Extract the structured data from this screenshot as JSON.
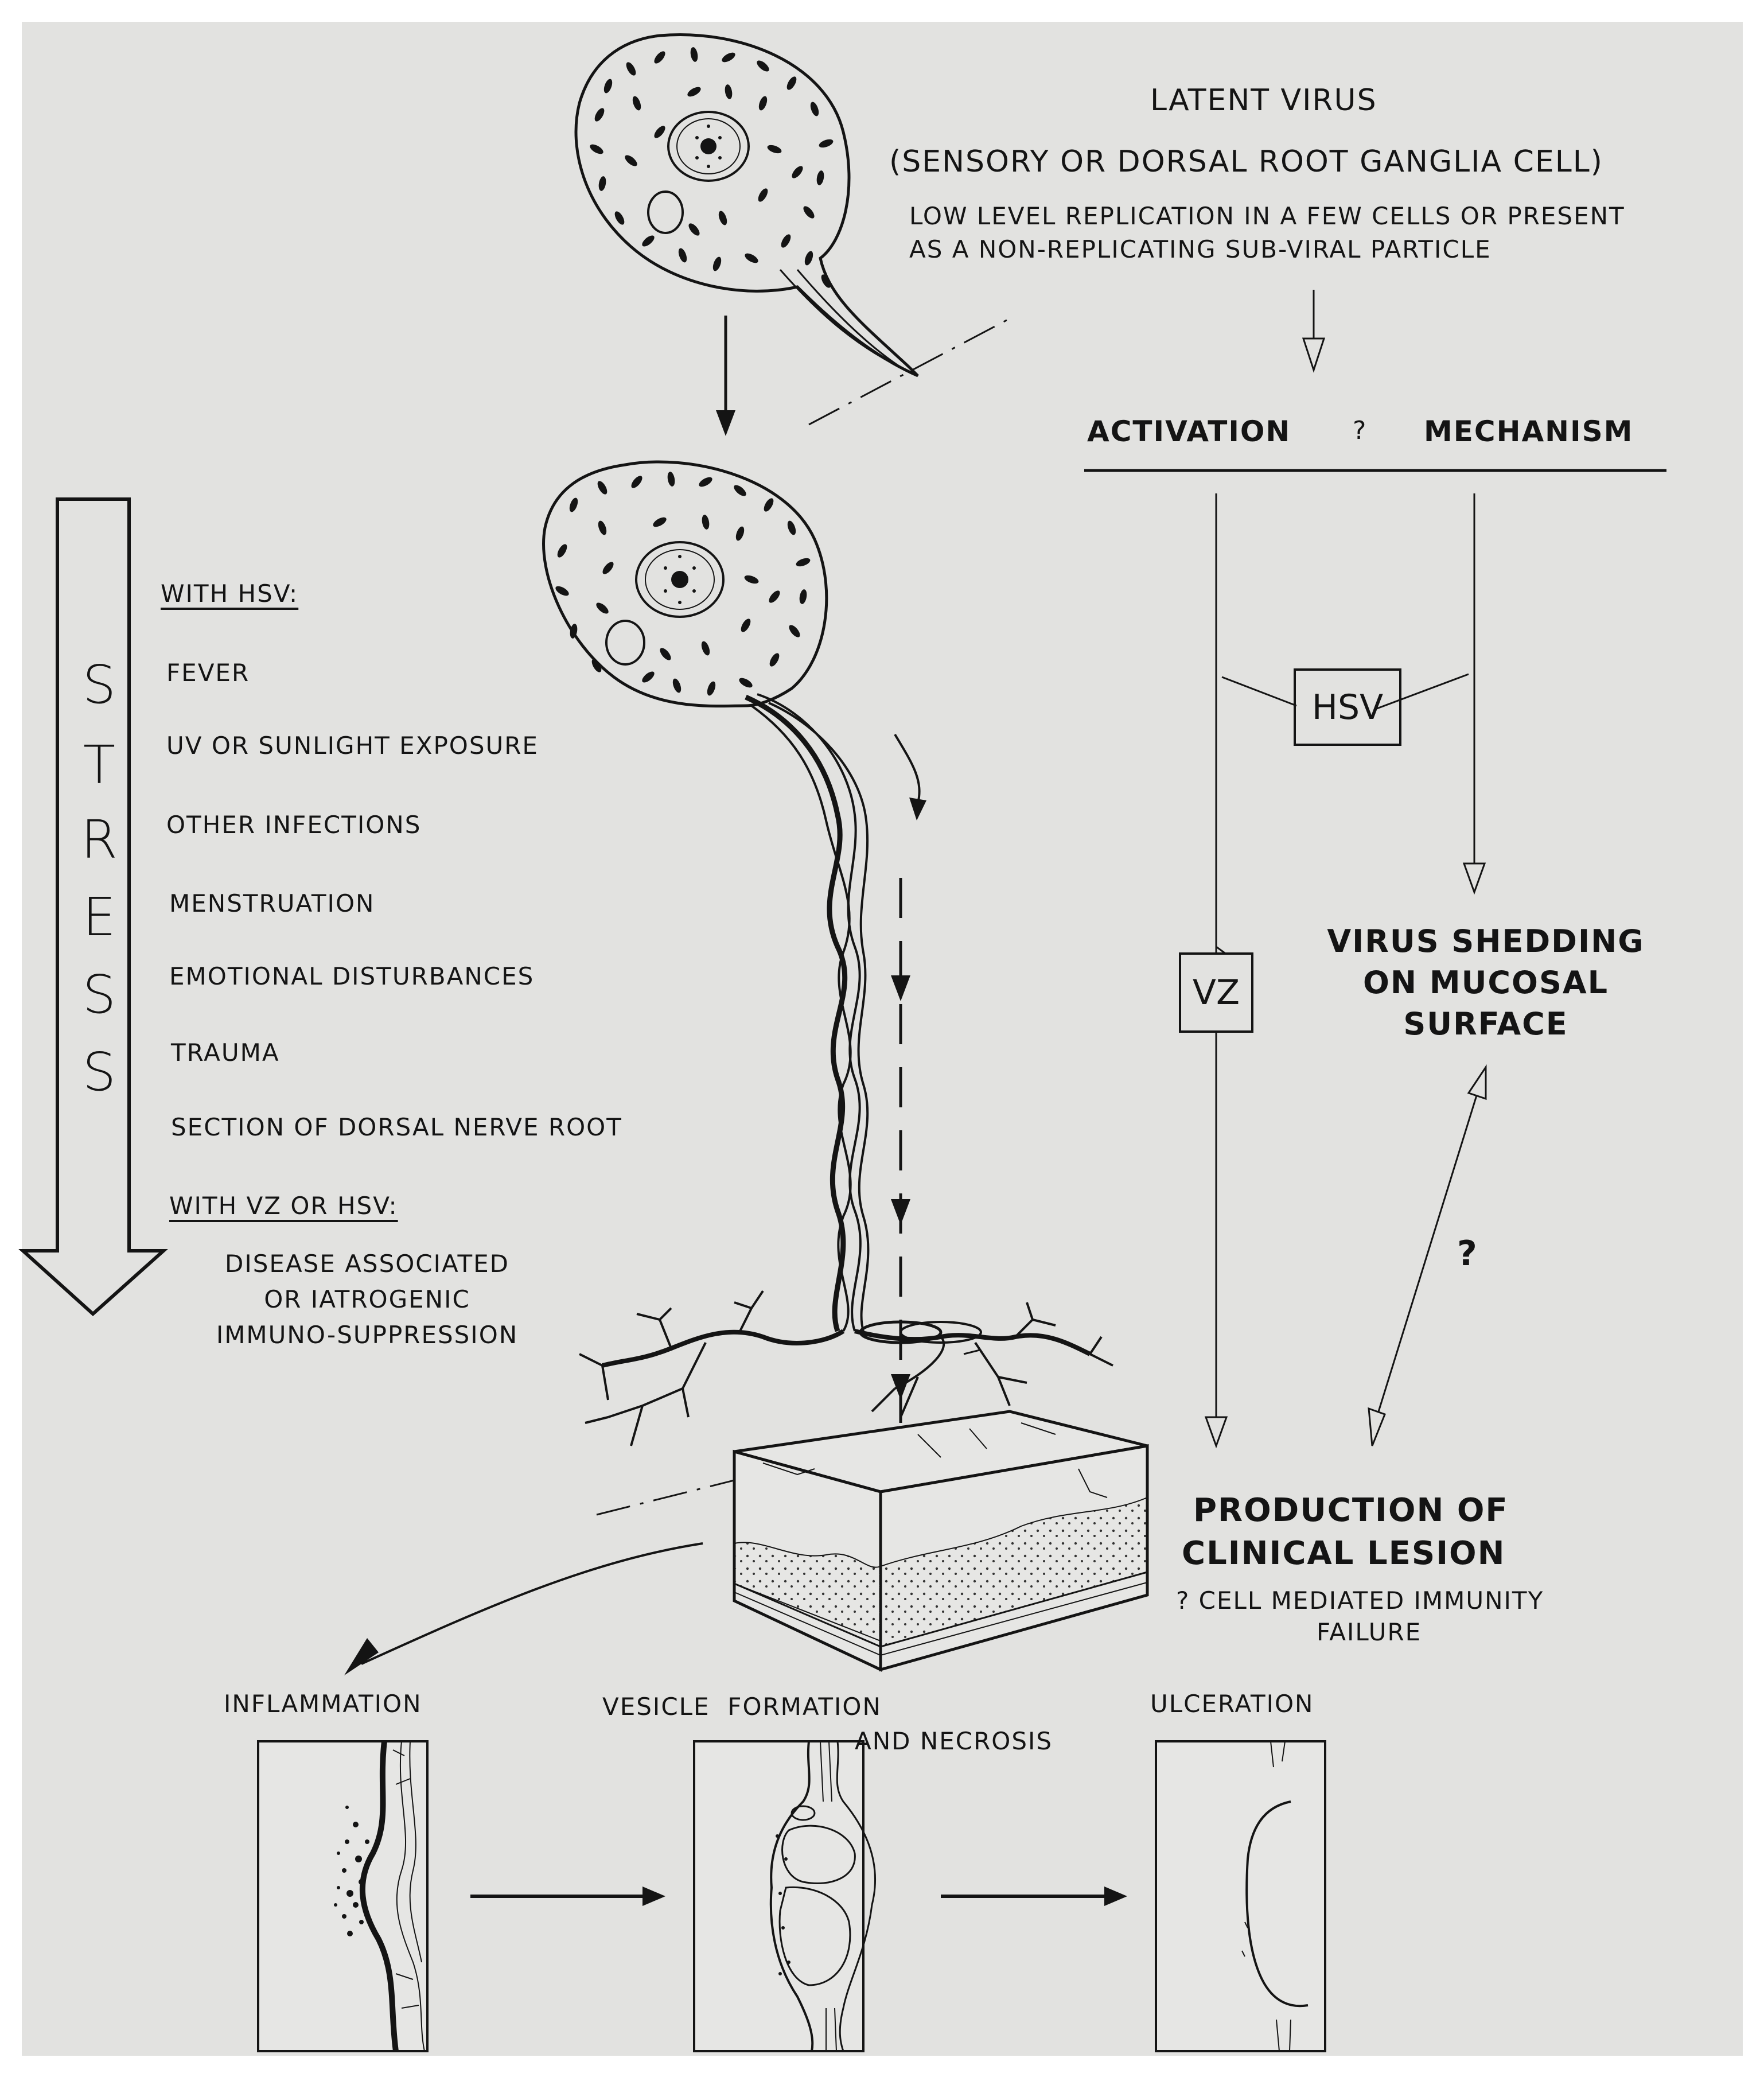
{
  "latent": {
    "title": "LATENT VIRUS",
    "subtitle": "(SENSORY OR DORSAL ROOT GANGLIA CELL)",
    "line1": "LOW LEVEL REPLICATION IN A FEW CELLS OR PRESENT",
    "line2": "AS A NON-REPLICATING SUB-VIRAL PARTICLE"
  },
  "activation": {
    "left": "ACTIVATION",
    "question": "?",
    "right": "MECHANISM"
  },
  "boxes": {
    "hsv": "HSV",
    "vz": "VZ"
  },
  "shedding": {
    "line1": "VIRUS SHEDDING",
    "line2": "ON MUCOSAL",
    "line3": "SURFACE"
  },
  "question_mark": "?",
  "production": {
    "line1": "PRODUCTION OF",
    "line2": "CLINICAL LESION",
    "line3": "? CELL MEDIATED IMMUNITY",
    "line4": "FAILURE"
  },
  "stress": {
    "letters": [
      "S",
      "T",
      "R",
      "E",
      "S",
      "S"
    ],
    "hsv_heading": "WITH HSV:",
    "items": [
      "FEVER",
      "UV OR SUNLIGHT EXPOSURE",
      "OTHER INFECTIONS",
      "MENSTRUATION",
      "EMOTIONAL DISTURBANCES",
      "TRAUMA",
      "SECTION OF DORSAL NERVE ROOT"
    ],
    "vz_heading": "WITH VZ OR HSV:",
    "vz_lines": [
      "DISEASE ASSOCIATED",
      "OR IATROGENIC",
      "IMMUNO-SUPPRESSION"
    ]
  },
  "stages": {
    "inflammation": "INFLAMMATION",
    "vesicle1": "VESICLE  FORMATION",
    "vesicle2": "AND NECROSIS",
    "ulceration": "ULCERATION"
  }
}
